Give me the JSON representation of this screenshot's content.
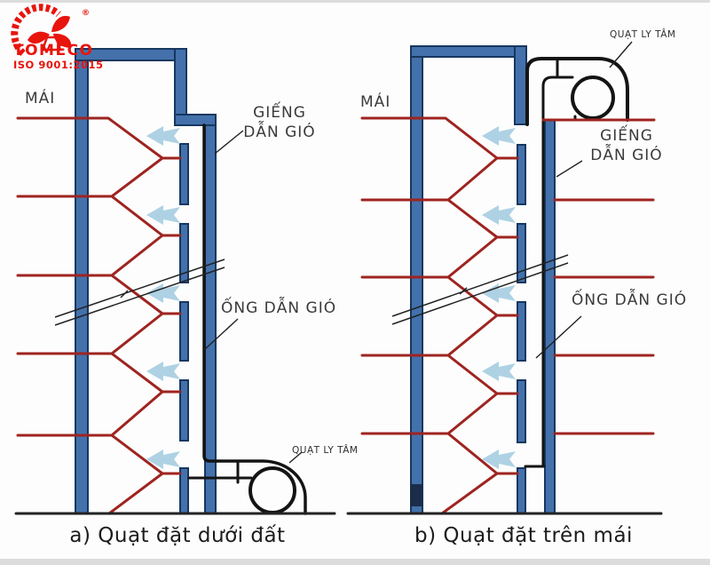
{
  "colors": {
    "wall_blue_fill": "#4471ab",
    "wall_blue_border": "#16375f",
    "wall_dark_segment": "#1b2d49",
    "duct_red": "#9e2420",
    "airflow_arrow_blue": "#aed2e4",
    "line_black": "#141414",
    "label_gray": "#3a3a3a",
    "brand_red": "#e8150d"
  },
  "branding": {
    "logo_text": "TOMECO",
    "iso_text": "ISO 9001:2015",
    "registered_mark": "®",
    "logo_icon": "gear-fan-logo"
  },
  "diagram_a": {
    "caption": "a) Quạt đặt dưới đất",
    "roof_label": "MÁI",
    "shaft_label_line1": "GIẾNG",
    "shaft_label_line2": "DẪN GIÓ",
    "duct_label": "ỐNG DẪN GIÓ",
    "fan_label": "QUẠT LY TÂM",
    "floor_branch_count": 5,
    "airflow_arrow_count": 5
  },
  "diagram_b": {
    "caption": "b) Quạt đặt trên mái",
    "roof_label": "MÁI",
    "shaft_label_line1": "GIẾNG",
    "shaft_label_line2": "DẪN GIÓ",
    "duct_label": "ỐNG DẪN GIÓ",
    "fan_label": "QUẠT LY TÂM",
    "floor_branch_count": 5,
    "airflow_arrow_count": 5
  }
}
